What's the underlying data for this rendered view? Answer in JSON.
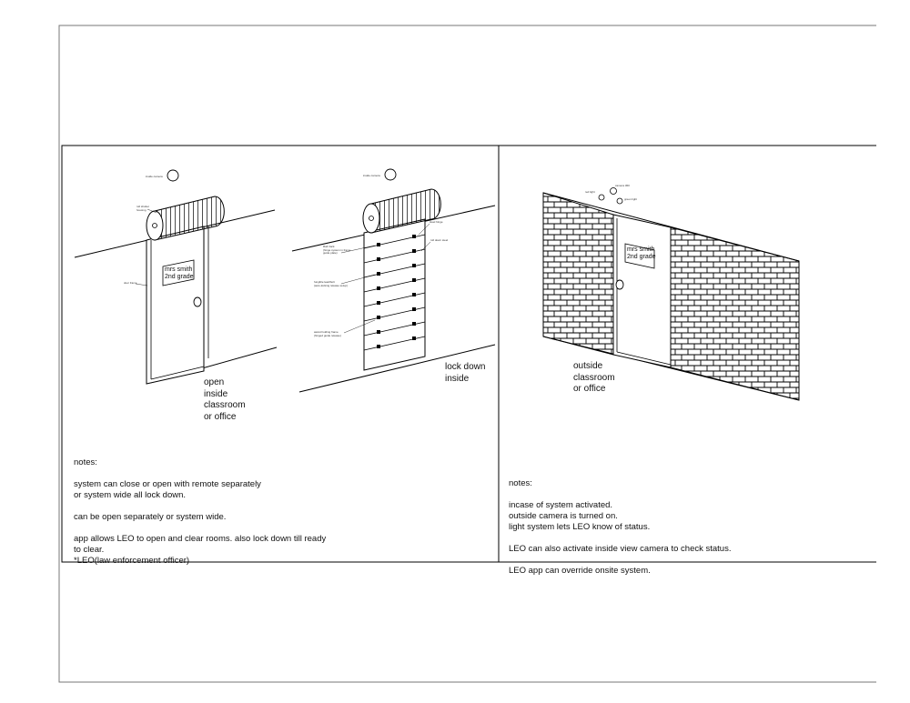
{
  "panel_open": {
    "sign": "mrs smith\n2nd grade",
    "caption": "open\ninside\nclassroom\nor office",
    "tiny_labels": [
      "inside camera",
      "roll shutter\nhousing",
      "door frame"
    ]
  },
  "panel_lockdown": {
    "caption": "lock down\ninside",
    "tiny_labels": [
      "inside camera",
      "steel hinge",
      "roll down steel",
      "Rail track\n(hinge system in frame\nguide plate)",
      "fungible lead/bolt\n(auto-locking release setup)",
      "assist holding frame\n(hinged guide release)"
    ]
  },
  "panel_outside": {
    "sign": "mrs smith\n2nd grade",
    "caption": "outside\nclassroom\nor office",
    "tiny_labels": [
      "camera 360",
      "red light",
      "green light"
    ]
  },
  "notes_left": {
    "heading": "notes:",
    "lines": "system can close or open with remote separately\nor system wide all lock down.\n\ncan be open separately or system wide.\n\napp allows LEO to open and clear rooms. also lock down till ready\nto clear.\n*LEO(law enforcement officer)"
  },
  "notes_right": {
    "heading": "notes:",
    "lines": "incase of system activated.\noutside camera is turned on.\nlight system lets LEO know of status.\n\nLEO can also activate inside view camera to check status.\n\nLEO app can override onsite system."
  }
}
